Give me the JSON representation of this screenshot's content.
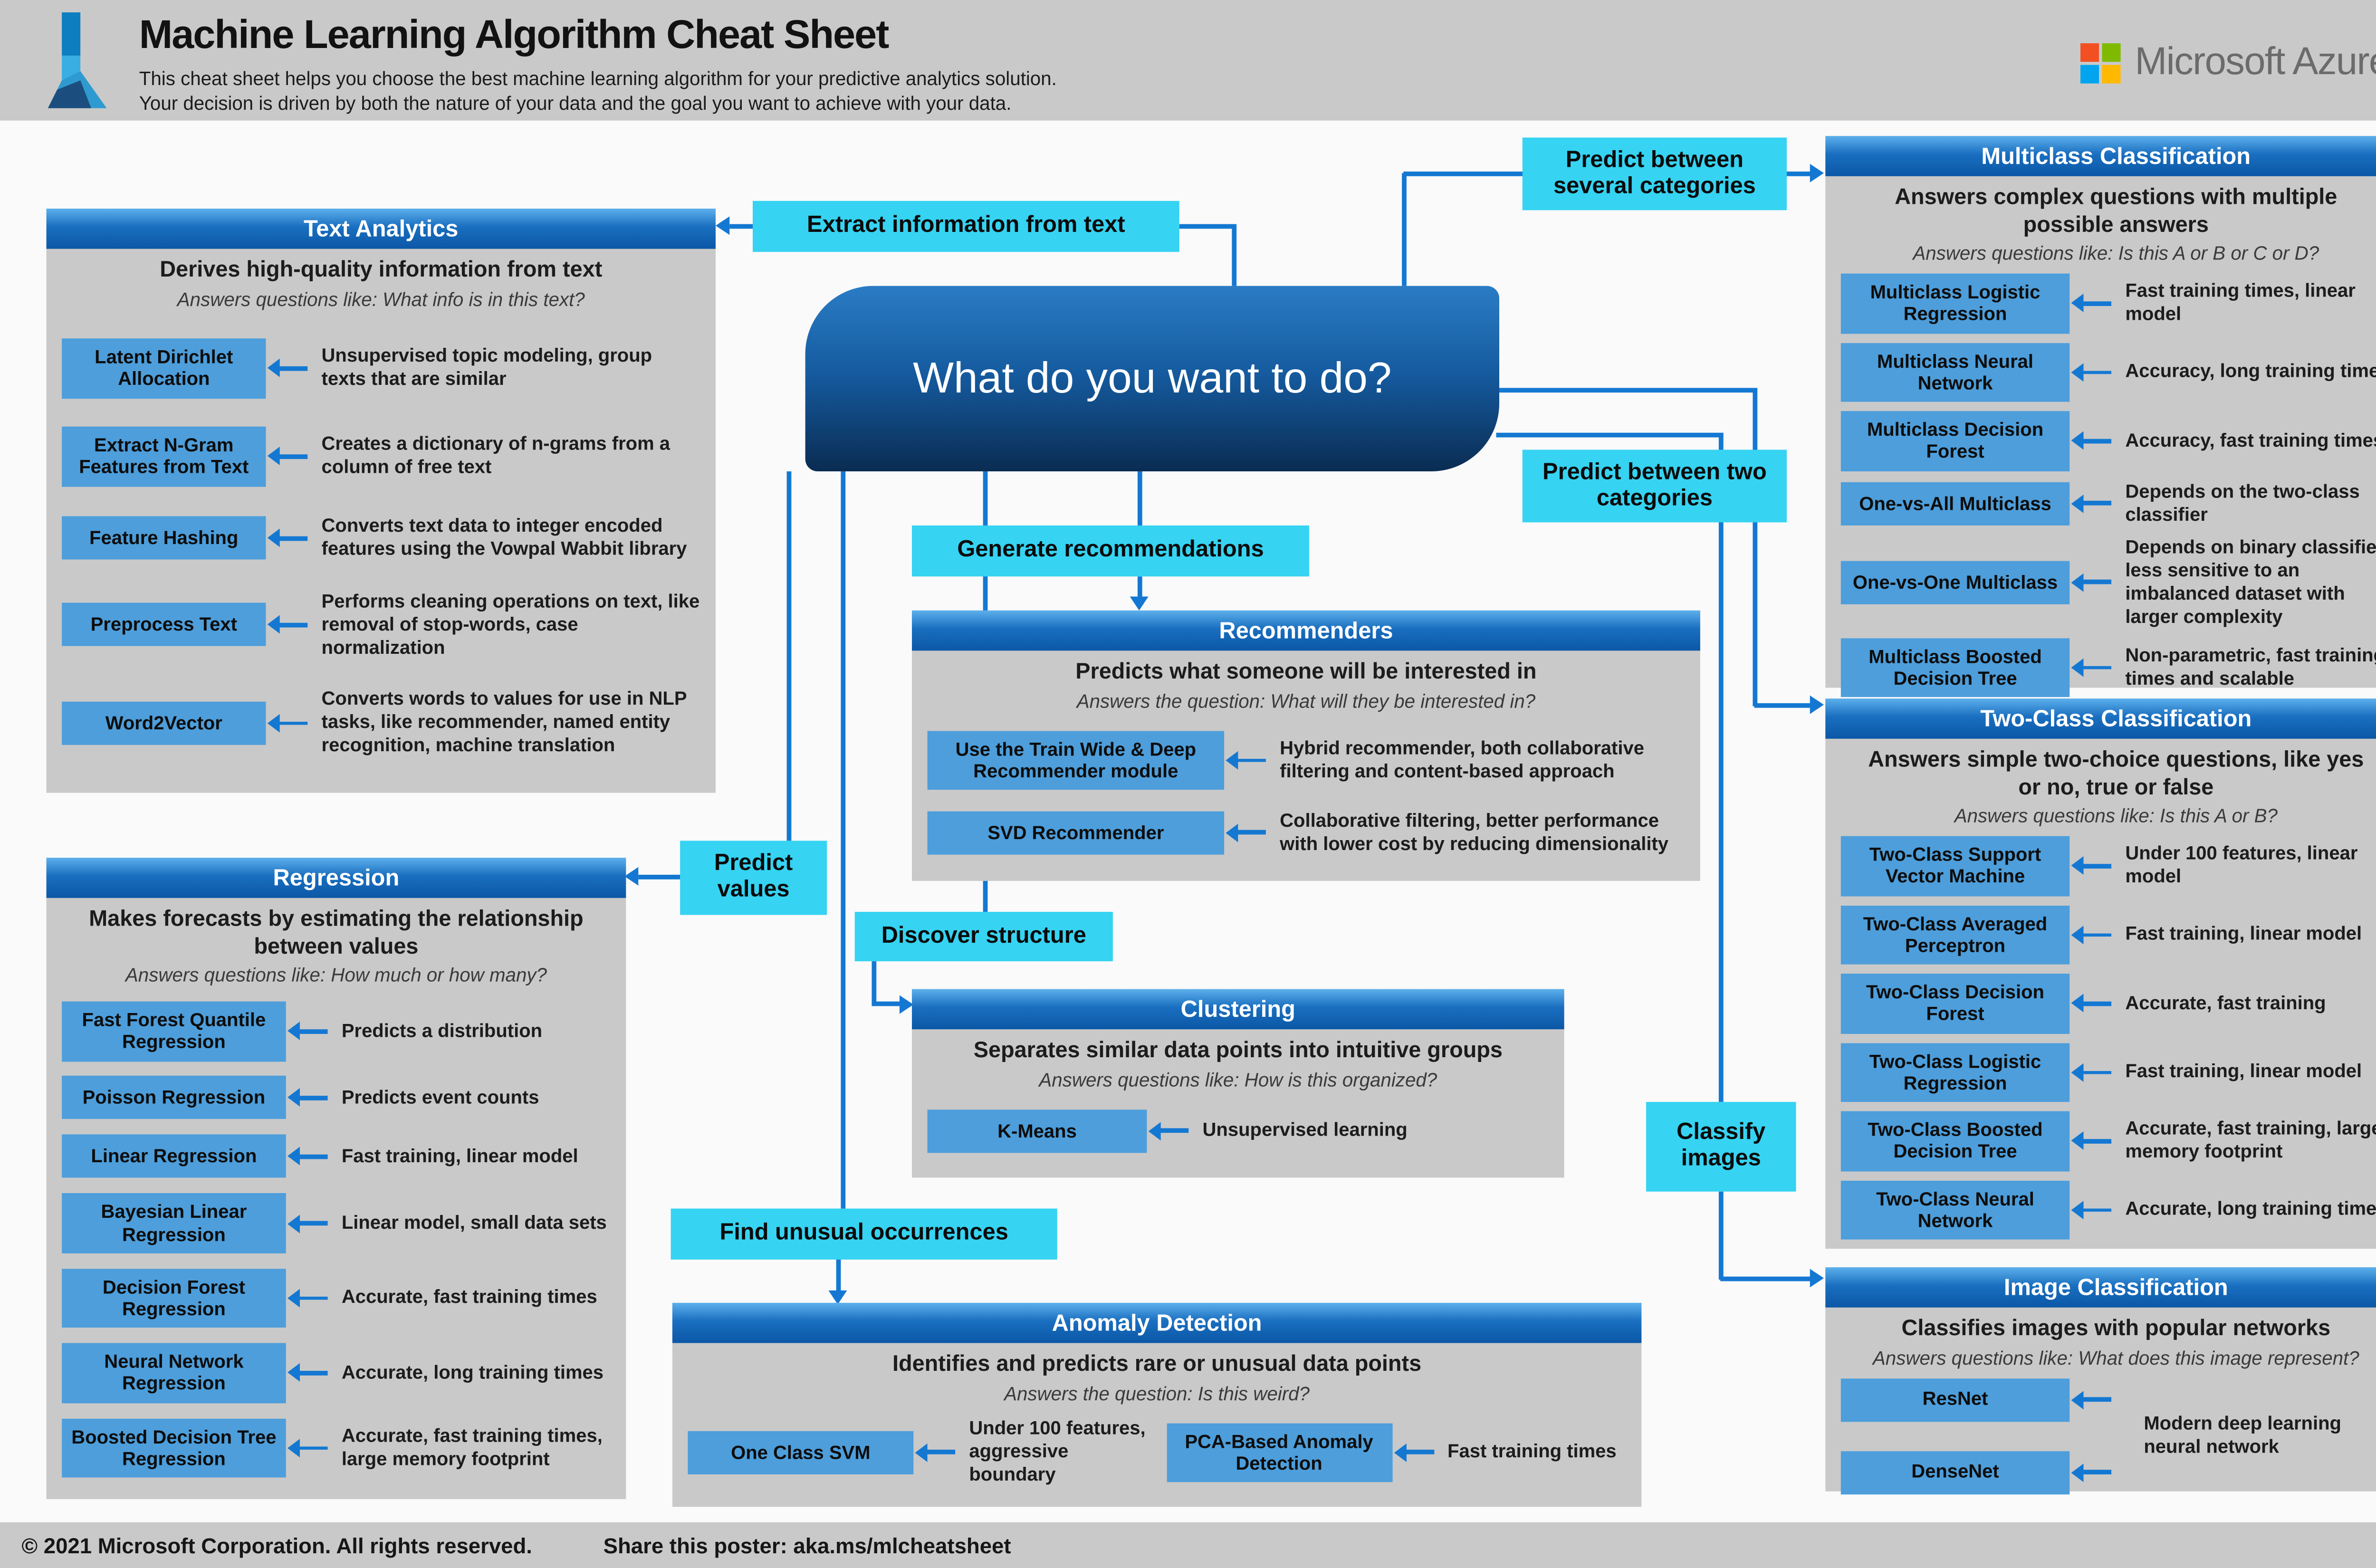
{
  "header": {
    "title": "Machine Learning Algorithm Cheat Sheet",
    "subtitle_line1": "This cheat sheet helps you choose the best machine learning algorithm for your predictive analytics solution.",
    "subtitle_line2": "Your decision is driven by both the nature of your data and the goal you want to achieve with your data.",
    "logo_icon": "azure-ml-flask-logo",
    "brand": "Microsoft Azure"
  },
  "center_question": "What do you want to do?",
  "flow_labels": [
    {
      "id": "extract-text",
      "text": "Extract information from text"
    },
    {
      "id": "several-categories",
      "text": "Predict between several categories"
    },
    {
      "id": "two-categories",
      "text": "Predict between two categories"
    },
    {
      "id": "generate-recommendations",
      "text": "Generate recommendations"
    },
    {
      "id": "discover-structure",
      "text": "Discover structure"
    },
    {
      "id": "predict-values",
      "text": "Predict values"
    },
    {
      "id": "find-unusual",
      "text": "Find unusual occurrences"
    },
    {
      "id": "classify-images",
      "text": "Classify images"
    }
  ],
  "panels": [
    {
      "id": "text-analytics",
      "title": "Text Analytics",
      "heading": "Derives high-quality information from text",
      "question": "Answers questions like: What info is in this text?",
      "layout": "list",
      "rows": [
        {
          "chip": "Latent Dirichlet Allocation",
          "desc": "Unsupervised topic modeling, group texts that are similar"
        },
        {
          "chip": "Extract N-Gram Features from Text",
          "desc": "Creates a dictionary of n-grams from a column of free text"
        },
        {
          "chip": "Feature Hashing",
          "desc": "Converts text data to integer encoded features using the Vowpal Wabbit library"
        },
        {
          "chip": "Preprocess Text",
          "desc": "Performs cleaning operations on text, like removal of stop-words, case normalization"
        },
        {
          "chip": "Word2Vector",
          "desc": "Converts words to values for use in NLP tasks, like recommender, named entity recognition, machine translation"
        }
      ]
    },
    {
      "id": "regression",
      "title": "Regression",
      "heading": "Makes forecasts by estimating the relationship between values",
      "question": "Answers questions like: How much or how many?",
      "layout": "list",
      "rows": [
        {
          "chip": "Fast Forest Quantile Regression",
          "desc": "Predicts a distribution"
        },
        {
          "chip": "Poisson Regression",
          "desc": "Predicts event counts"
        },
        {
          "chip": "Linear Regression",
          "desc": "Fast training, linear model"
        },
        {
          "chip": "Bayesian Linear Regression",
          "desc": "Linear model, small data sets"
        },
        {
          "chip": "Decision Forest Regression",
          "desc": "Accurate, fast training times"
        },
        {
          "chip": "Neural Network Regression",
          "desc": "Accurate, long training times"
        },
        {
          "chip": "Boosted Decision Tree Regression",
          "desc": "Accurate, fast training times, large memory footprint"
        }
      ]
    },
    {
      "id": "recommenders",
      "title": "Recommenders",
      "heading": "Predicts what someone will be interested in",
      "question": "Answers the question: What will they be interested in?",
      "layout": "list",
      "rows": [
        {
          "chip": "Use the Train Wide & Deep Recommender module",
          "desc": "Hybrid recommender, both collaborative filtering and content-based approach"
        },
        {
          "chip": "SVD Recommender",
          "desc": "Collaborative filtering, better performance with lower cost by reducing dimensionality"
        }
      ]
    },
    {
      "id": "clustering",
      "title": "Clustering",
      "heading": "Separates similar data points into intuitive groups",
      "question": "Answers questions like: How is this organized?",
      "layout": "list",
      "rows": [
        {
          "chip": "K-Means",
          "desc": "Unsupervised learning"
        }
      ]
    },
    {
      "id": "anomaly-detection",
      "title": "Anomaly Detection",
      "heading": "Identifies and predicts rare or unusual data points",
      "question": "Answers the question: Is this weird?",
      "layout": "columns",
      "rows": [
        {
          "chip": "One Class SVM",
          "desc": "Under 100 features, aggressive boundary"
        },
        {
          "chip": "PCA-Based Anomaly Detection",
          "desc": "Fast training times"
        }
      ]
    },
    {
      "id": "multiclass-classification",
      "title": "Multiclass Classification",
      "heading": "Answers complex questions with multiple possible answers",
      "question": "Answers questions like: Is this A or B or C or D?",
      "layout": "list",
      "rows": [
        {
          "chip": "Multiclass Logistic Regression",
          "desc": "Fast training times, linear model"
        },
        {
          "chip": "Multiclass Neural Network",
          "desc": "Accuracy, long training times"
        },
        {
          "chip": "Multiclass Decision Forest",
          "desc": "Accuracy, fast training times"
        },
        {
          "chip": "One-vs-All Multiclass",
          "desc": "Depends on the two-class classifier"
        },
        {
          "chip": "One-vs-One Multiclass",
          "desc": "Depends on binary classifier, less sensitive to an imbalanced dataset with larger complexity"
        },
        {
          "chip": "Multiclass Boosted Decision Tree",
          "desc": "Non-parametric, fast training times and scalable"
        }
      ]
    },
    {
      "id": "two-class-classification",
      "title": "Two-Class Classification",
      "heading": "Answers simple two-choice questions, like yes or no, true or false",
      "question": "Answers questions like: Is this A or B?",
      "layout": "list",
      "rows": [
        {
          "chip": "Two-Class Support Vector Machine",
          "desc": "Under 100 features, linear model"
        },
        {
          "chip": "Two-Class Averaged Perceptron",
          "desc": "Fast training, linear model"
        },
        {
          "chip": "Two-Class Decision Forest",
          "desc": "Accurate, fast training"
        },
        {
          "chip": "Two-Class Logistic Regression",
          "desc": "Fast training, linear model"
        },
        {
          "chip": "Two-Class Boosted Decision Tree",
          "desc": "Accurate, fast training, large memory footprint"
        },
        {
          "chip": "Two-Class Neural Network",
          "desc": "Accurate, long training times"
        }
      ]
    },
    {
      "id": "image-classification",
      "title": "Image Classification",
      "heading": "Classifies images with popular networks",
      "question": "Answers questions like: What does this image represent?",
      "layout": "shared-desc",
      "chips": [
        "ResNet",
        "DenseNet"
      ],
      "shared_desc": "Modern deep learning neural network"
    }
  ],
  "footer": {
    "copyright": "© 2021 Microsoft Corporation. All rights reserved.",
    "share": "Share this poster: aka.ms/mlcheatsheet"
  },
  "colors": {
    "panel_header_blue": "#1668b8",
    "chip_blue": "#4d9edb",
    "cyan_label": "#36d3f2",
    "connector_blue": "#1478d2",
    "panel_gray": "#c9c9c9",
    "center_box_top": "#2a7cc5",
    "center_box_bottom": "#0a2c52",
    "ms_logo_squares": [
      "#f25022",
      "#7fba00",
      "#00a4ef",
      "#ffb900"
    ]
  }
}
